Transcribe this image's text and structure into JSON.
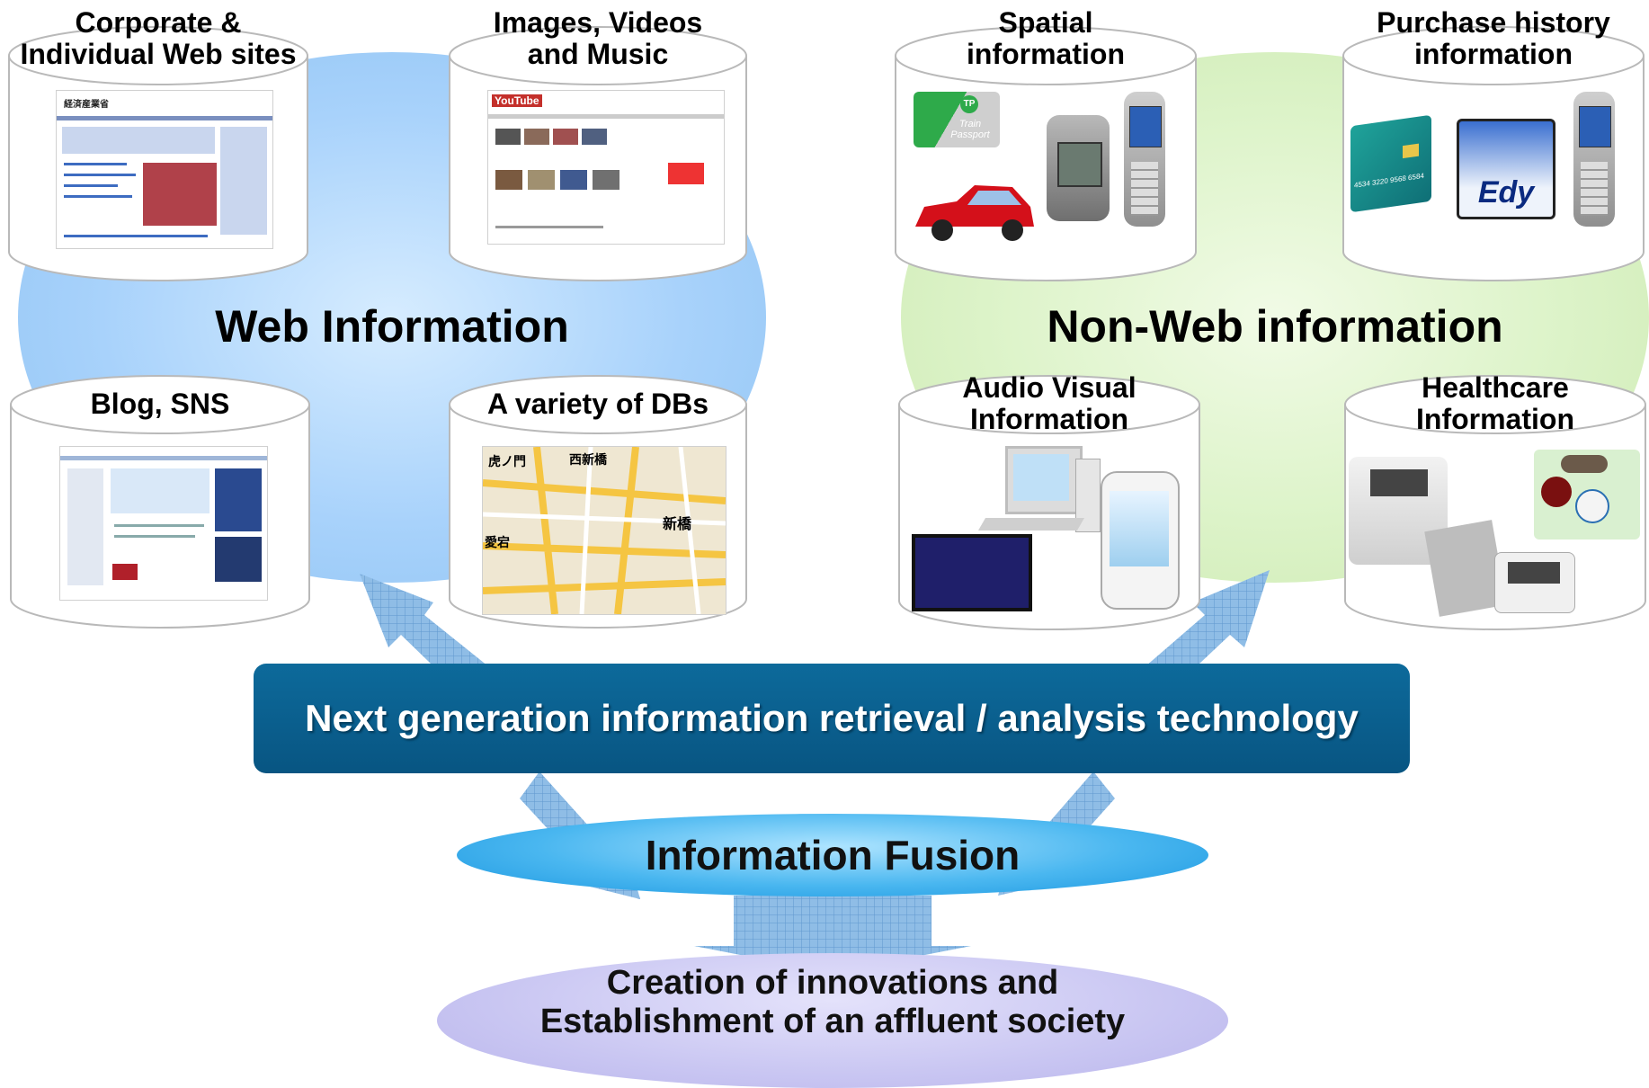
{
  "web_area": {
    "title": "Web Information",
    "items": [
      {
        "label": "Corporate &\nIndividual Web sites"
      },
      {
        "label": "Images, Videos\nand Music"
      },
      {
        "label": "Blog, SNS"
      },
      {
        "label": "A variety of DBs"
      }
    ]
  },
  "nonweb_area": {
    "title": "Non-Web information",
    "items": [
      {
        "label": "Spatial\ninformation"
      },
      {
        "label": "Purchase history\ninformation"
      },
      {
        "label": "Audio Visual\nInformation"
      },
      {
        "label": "Healthcare\nInformation"
      }
    ]
  },
  "thumbnails": {
    "web_site_header": "経済産業省",
    "youtube_logo": "YouTube",
    "map_labels": [
      "虎ノ門",
      "西新橋",
      "新橋",
      "愛宕"
    ],
    "train_passport": "Train Passport",
    "train_passport_badge": "TP",
    "edy_logo": "Edy",
    "card_number": "4534 3220 9568 6584"
  },
  "banner": {
    "label": "Next generation information retrieval  / analysis technology"
  },
  "fusion": {
    "label": "Information Fusion"
  },
  "outcome": {
    "line1": "Creation of innovations and",
    "line2": "Establishment of an affluent society"
  },
  "colors": {
    "web_ellipse": "#a8d2fb",
    "nonweb_ellipse": "#dcf3c8",
    "banner": "#0a5f8e",
    "fusion": "#4ab7f0",
    "outcome": "#c9c6f2",
    "arrows": "#7fb2e0"
  }
}
